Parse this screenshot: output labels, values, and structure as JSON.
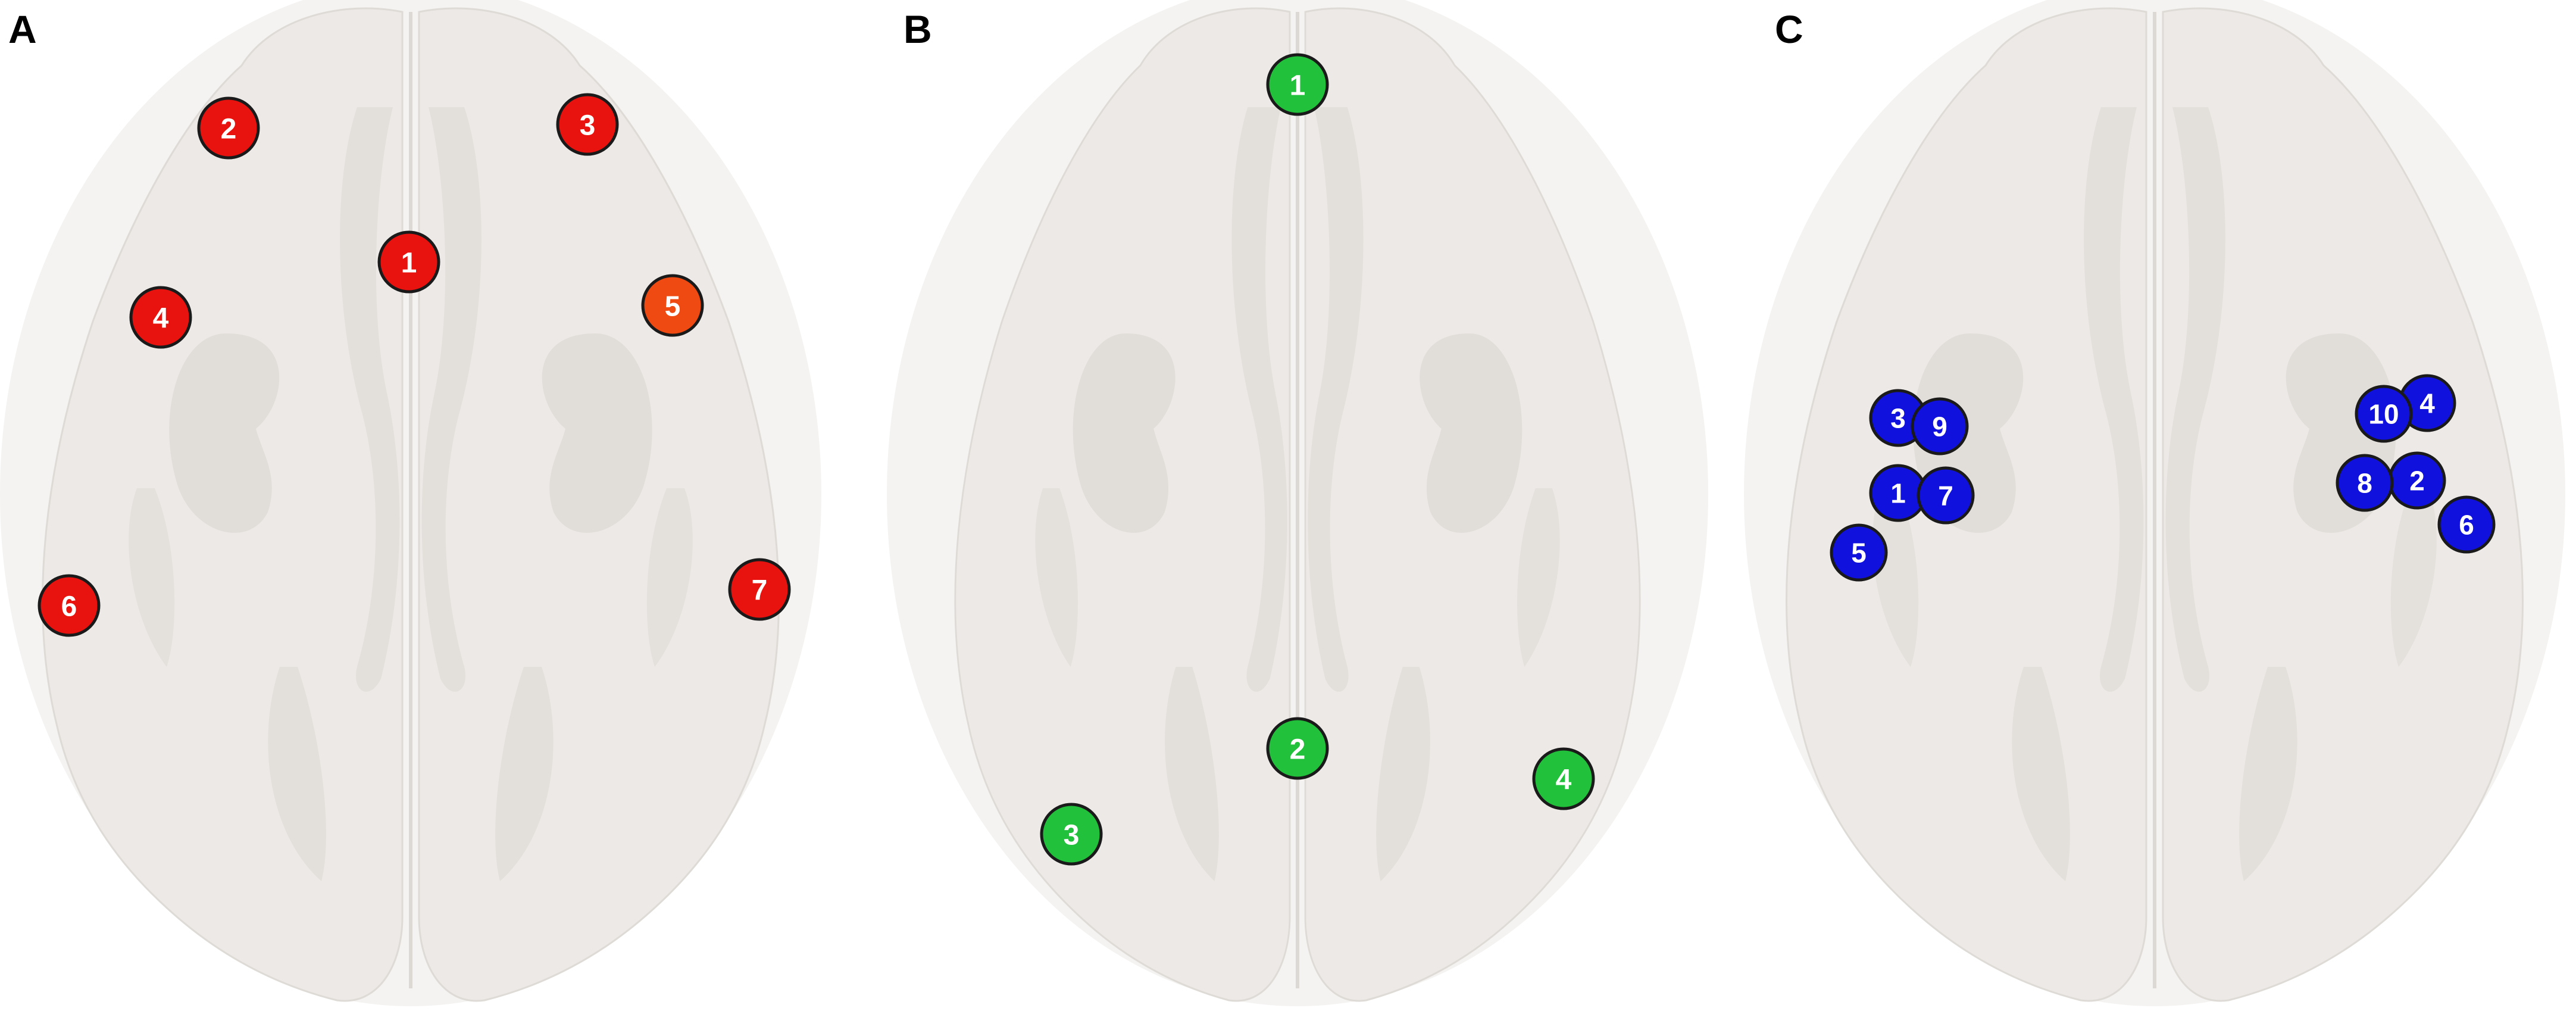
{
  "figure": {
    "panels": [
      {
        "letter": "A",
        "marker_color": "#e8130f",
        "markers": [
          {
            "label": "1"
          },
          {
            "label": "2"
          },
          {
            "label": "3"
          },
          {
            "label": "4"
          },
          {
            "label": "5",
            "color": "#ee4a12"
          },
          {
            "label": "6"
          },
          {
            "label": "7"
          }
        ]
      },
      {
        "letter": "B",
        "marker_color": "#22c13b",
        "markers": [
          {
            "label": "1"
          },
          {
            "label": "2"
          },
          {
            "label": "3"
          },
          {
            "label": "4"
          }
        ]
      },
      {
        "letter": "C",
        "marker_color": "#1111dd",
        "markers": [
          {
            "label": "1"
          },
          {
            "label": "2"
          },
          {
            "label": "3"
          },
          {
            "label": "4"
          },
          {
            "label": "5"
          },
          {
            "label": "6"
          },
          {
            "label": "7"
          },
          {
            "label": "8"
          },
          {
            "label": "9"
          },
          {
            "label": "10"
          }
        ]
      }
    ],
    "colors": {
      "brain_fill": "#ece9e6",
      "brain_halo": "#f4f3f1",
      "brain_shadow": "#d9d3cd",
      "marker_stroke": "#1a1a1a",
      "marker_text": "#ffffff"
    }
  }
}
